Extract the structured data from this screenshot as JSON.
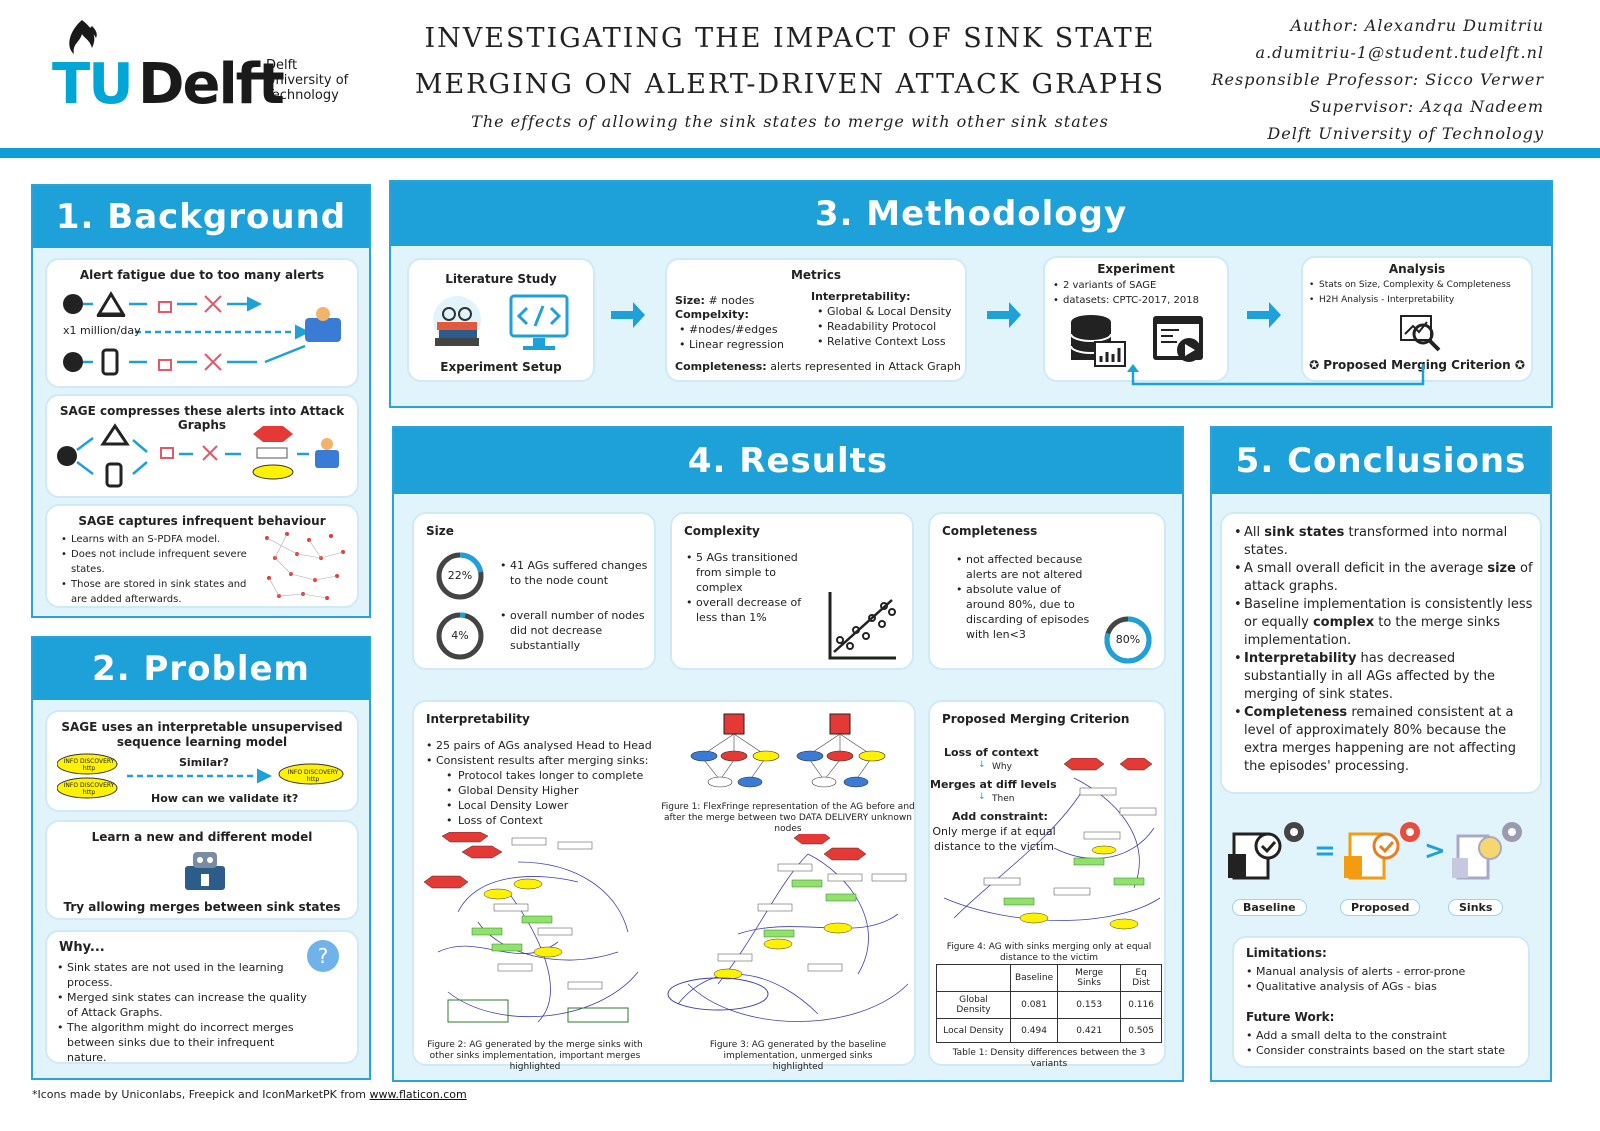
{
  "header": {
    "logo_name": "TUDelft",
    "logo_sub": [
      "Delft",
      "University of",
      "Technology"
    ],
    "title_lines": [
      "INVESTIGATING THE IMPACT OF SINK STATE",
      "MERGING ON ALERT-DRIVEN ATTACK GRAPHS"
    ],
    "subtitle": "The effects of allowing the sink states to merge with other sink states",
    "authors": [
      "Author: Alexandru Dumitriu",
      "a.dumitriu-1@student.tudelft.nl",
      "Responsible Professor: Sicco Verwer",
      "Supervisor: Azqa Nadeem",
      "Delft University of Technology"
    ]
  },
  "background": {
    "title": "1. Background",
    "card1_title": "Alert fatigue due to too many alerts",
    "card1_rate": "x1 million/day",
    "card2_title": "SAGE compresses these alerts into Attack Graphs",
    "card3_title": "SAGE captures infrequent behaviour",
    "card3_items": [
      "Learns with an S-PDFA model.",
      "Does not include infrequent severe states.",
      "Those are stored in sink states and are added afterwards."
    ]
  },
  "problem": {
    "title": "2. Problem",
    "card1_title": "SAGE uses an interpretable unsupervised sequence learning model",
    "node_label": "INFO DISCOVERY http",
    "similar": "Similar?",
    "validate": "How can we validate it?",
    "card2_title": "Learn a new and different model",
    "card2_footer": "Try allowing merges between sink states",
    "why_title": "Why...",
    "why_items": [
      "Sink states are not used in the learning process.",
      "Merged sink states can increase the quality of Attack Graphs.",
      "The algorithm might do incorrect merges between sinks due to their infrequent nature."
    ],
    "question_mark": "?"
  },
  "methodology": {
    "title": "3. Methodology",
    "lit_title": "Literature Study",
    "lit_footer": "Experiment Setup",
    "metrics_title": "Metrics",
    "size_label": "Size:",
    "size_text": "# nodes",
    "complexity_label": "Compelxity:",
    "complexity_items": [
      "#nodes/#edges",
      "Linear regression"
    ],
    "interp_label": "Interpretability:",
    "interp_items": [
      "Global & Local Density",
      "Readability Protocol",
      "Relative Context Loss"
    ],
    "completeness_label": "Completeness:",
    "completeness_text": "alerts represented in Attack Graph",
    "experiment_title": "Experiment",
    "experiment_items": [
      "2 variants of SAGE",
      "datasets: CPTC-2017, 2018"
    ],
    "analysis_title": "Analysis",
    "analysis_items": [
      "Stats on Size, Complexity & Completeness",
      "H2H Analysis - Interpretability"
    ],
    "analysis_footer": "Proposed Merging Criterion"
  },
  "results": {
    "title": "4. Results",
    "size_title": "Size",
    "size_donuts": [
      {
        "value": 22,
        "label": "22%",
        "text": "41 AGs suffered changes to the node count"
      },
      {
        "value": 4,
        "label": "4%",
        "text": "overall number of nodes did not decrease substantially"
      }
    ],
    "complexity_title": "Complexity",
    "complexity_items": [
      "5 AGs transitioned from simple to complex",
      "overall decrease of less than 1%"
    ],
    "completeness_title": "Completeness",
    "completeness_items": [
      "not affected because alerts are not altered",
      "absolute value of around 80%, due to discarding of episodes with len<3"
    ],
    "completeness_donut": {
      "value": 80,
      "label": "80%"
    },
    "interp_title": "Interpretability",
    "interp_items": [
      "25 pairs of AGs analysed Head to Head",
      "Consistent results after merging sinks:"
    ],
    "interp_sub": [
      "Protocol takes longer to complete",
      "Global Density Higher",
      "Local Density Lower",
      "Loss of Context"
    ],
    "fig1": "Figure 1: FlexFringe representation of the AG before and after the merge between two DATA DELIVERY unknown nodes",
    "fig2": "Figure 2: AG generated by the merge sinks with other sinks implementation, important merges highlighted",
    "fig3": "Figure 3: AG generated by the baseline implementation, unmerged sinks highlighted",
    "pmc_title": "Proposed Merging Criterion",
    "pmc_loss": "Loss of context",
    "pmc_why": "Why",
    "pmc_merges": "Merges at diff levels",
    "pmc_then": "Then",
    "pmc_add": "Add constraint:",
    "pmc_only": "Only merge if at equal distance to the victim",
    "fig4": "Figure 4: AG with sinks merging only at equal distance to the victim",
    "table_headers": [
      "",
      "Baseline",
      "Merge Sinks",
      "Eq Dist"
    ],
    "table_rows": [
      [
        "Global Density",
        "0.081",
        "0.153",
        "0.116"
      ],
      [
        "Local Density",
        "0.494",
        "0.421",
        "0.505"
      ]
    ],
    "table_caption": "Table 1: Density differences between the 3 variants"
  },
  "conclusions": {
    "title": "5. Conclusions",
    "items": [
      {
        "pre": "All ",
        "bold": "sink states",
        "post": " transformed into normal states."
      },
      {
        "pre": "A small overall deficit in the average ",
        "bold": "size",
        "post": " of attack graphs."
      },
      {
        "pre": "Baseline implementation is consistently less or equally ",
        "bold": "complex",
        "post": " to the merge sinks implementation."
      },
      {
        "pre": "",
        "bold": "Interpretability",
        "post": " has decreased substantially in all AGs affected by the merging of sink states."
      },
      {
        "pre": "",
        "bold": "Completeness",
        "post": " remained consistent at a level of approximately 80% because the extra merges happening are not affecting the episodes' processing."
      }
    ],
    "cmp_eq": "=",
    "cmp_gt": ">",
    "baseline": "Baseline",
    "proposed": "Proposed",
    "sinks": "Sinks",
    "limitations_title": "Limitations:",
    "limitations": [
      "Manual analysis of alerts - error-prone",
      "Qualitative analysis of AGs - bias"
    ],
    "future_title": "Future Work:",
    "future": [
      "Add a small delta to the constraint",
      "Consider constraints based on the start state"
    ]
  },
  "footer": {
    "text": "*Icons made by  Uniconlabs, Freepick and IconMarketPK from ",
    "link": "www.flaticon.com"
  },
  "colors": {
    "accent": "#1da1d8",
    "panel": "#e2f4fb",
    "red": "#e53935",
    "yellow": "#fff200"
  }
}
